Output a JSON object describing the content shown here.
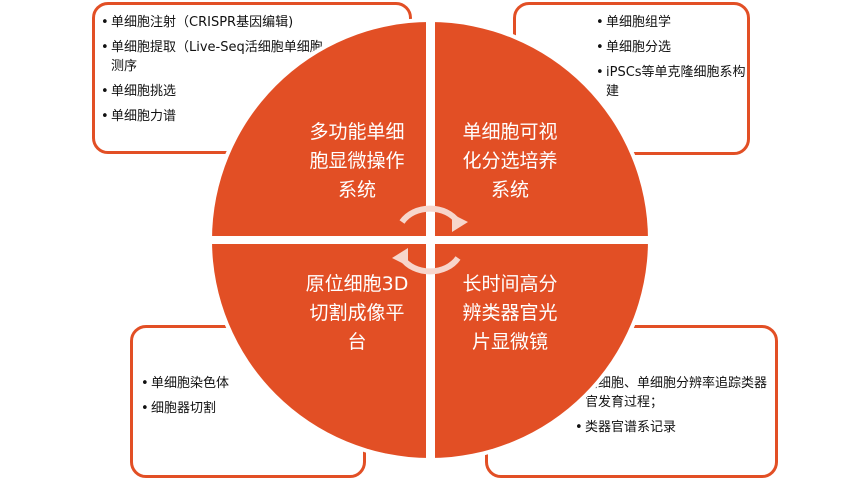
{
  "accent": "#e24f25",
  "quadrants": [
    {
      "title": "多功能单细胞显微操作系统",
      "lines": [
        "多功能单细",
        "胞显微操作",
        "系统"
      ]
    },
    {
      "title": "单细胞可视化分选培养系统",
      "lines": [
        "单细胞可视",
        "化分选培养",
        "系统"
      ]
    },
    {
      "title": "原位细胞3D切割成像平台",
      "lines": [
        "原位细胞3D",
        "切割成像平",
        "台"
      ]
    },
    {
      "title": "长时间高分辨类器官光片显微镜",
      "lines": [
        "长时间高分",
        "辨类器官光",
        "片显微镜"
      ]
    }
  ],
  "boxes": {
    "top_left": [
      "单细胞注射（CRISPR基因编辑)",
      "单细胞提取（Live-Seq活细胞单细胞测序",
      "单细胞挑选",
      "单细胞力谱"
    ],
    "top_right": [
      "单细胞组学",
      "单细胞分选",
      "iPSCs等单克隆细胞系构建"
    ],
    "bottom_left": [
      "单细胞染色体",
      "细胞器切割"
    ],
    "bottom_right": [
      "活细胞、单细胞分辨率追踪类器官发育过程；",
      "类器官谱系记录"
    ]
  },
  "center_icon": "cycle-arrows-icon"
}
